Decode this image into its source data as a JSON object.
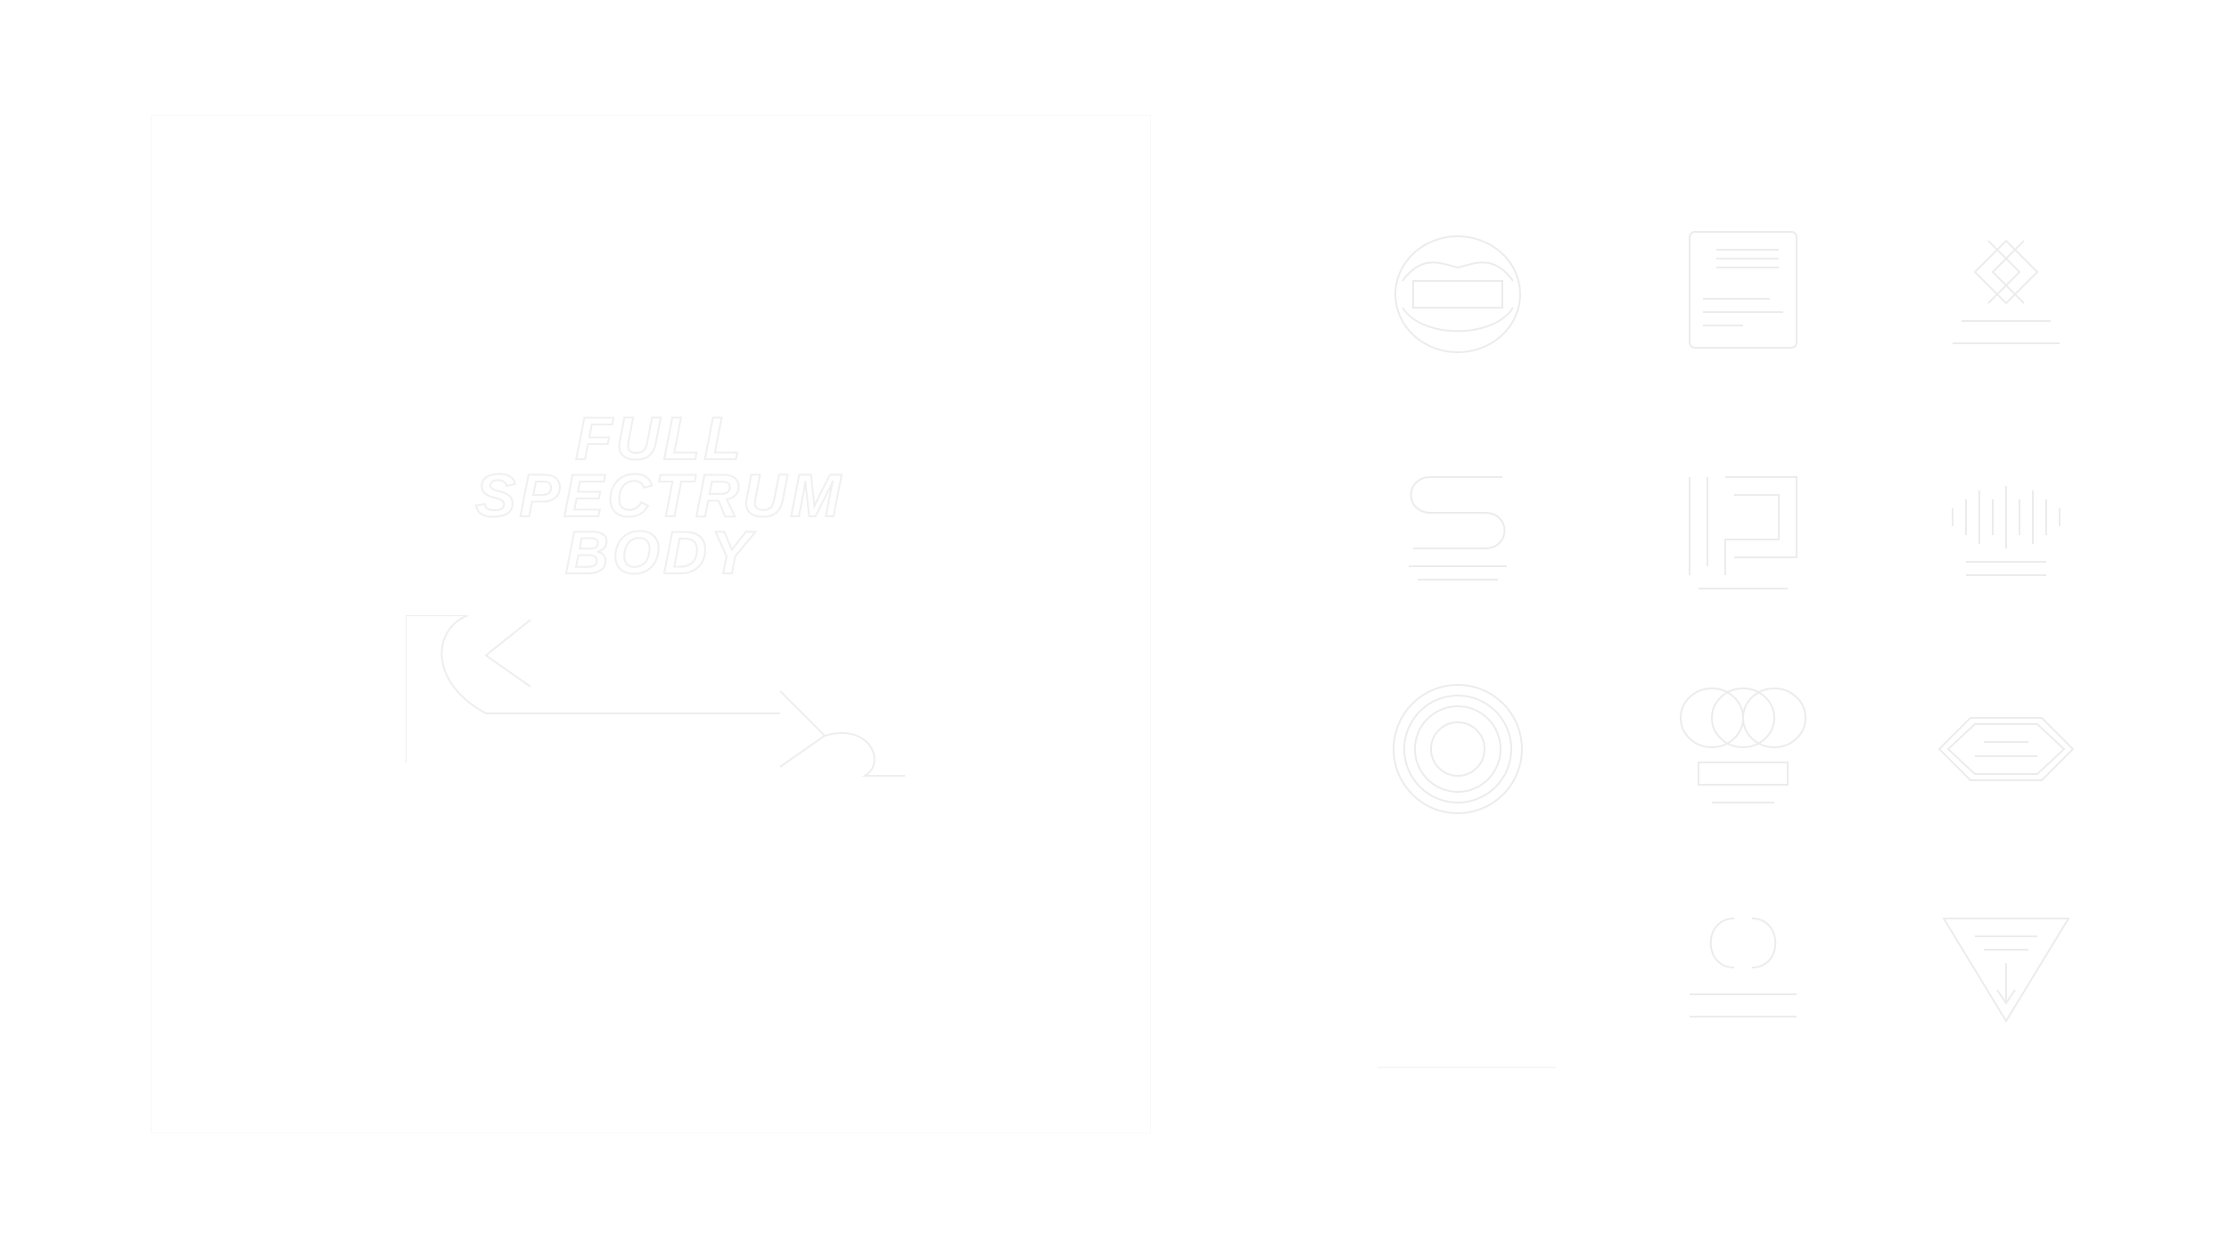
{
  "hero": {
    "title_lines": [
      "FULL",
      "SPECTRUM",
      "BODY"
    ]
  },
  "logos": [
    {
      "id": "logo-1",
      "text": "",
      "icon": "lips-badge-icon"
    },
    {
      "id": "logo-2",
      "text": "",
      "icon": "tablet-card-icon"
    },
    {
      "id": "logo-3",
      "text": "",
      "icon": "knot-emblem-icon"
    },
    {
      "id": "logo-4",
      "text": "",
      "icon": "stacked-s-icon"
    },
    {
      "id": "logo-5",
      "text": "",
      "icon": "maze-glyph-icon"
    },
    {
      "id": "logo-6",
      "text": "",
      "icon": "soundwave-icon"
    },
    {
      "id": "logo-7",
      "text": "",
      "icon": "concentric-circle-icon"
    },
    {
      "id": "logo-8",
      "text": "",
      "icon": "overlapping-rings-icon"
    },
    {
      "id": "logo-9",
      "text": "",
      "icon": "hexagon-banner-icon"
    },
    {
      "id": "logo-10",
      "text": "",
      "icon": "linked-c-icon"
    },
    {
      "id": "logo-11",
      "text": "",
      "icon": "inverted-triangle-icon"
    }
  ],
  "colors": {
    "background": "#ffffff",
    "stroke": "#efefef"
  }
}
